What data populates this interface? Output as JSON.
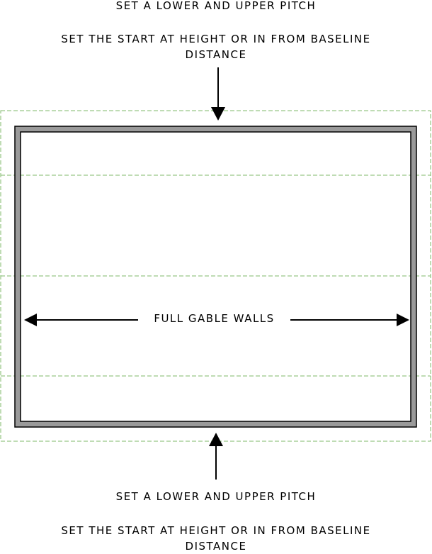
{
  "top": {
    "pitch_note": "SET A LOWER AND UPPER PITCH",
    "start_note_line1": "SET THE START AT HEIGHT OR IN FROM BASELINE",
    "start_note_line2": "DISTANCE"
  },
  "bottom": {
    "pitch_note": "SET A LOWER AND UPPER PITCH",
    "start_note_line1": "SET THE START AT HEIGHT OR IN FROM BASELINE",
    "start_note_line2": "DISTANCE"
  },
  "middle": {
    "walls_label": "FULL GABLE WALLS"
  },
  "colors": {
    "dashed_guide": "#7fb86a",
    "wall_fill": "#9a9a9a",
    "wall_stroke": "#000000",
    "arrow": "#000000"
  }
}
